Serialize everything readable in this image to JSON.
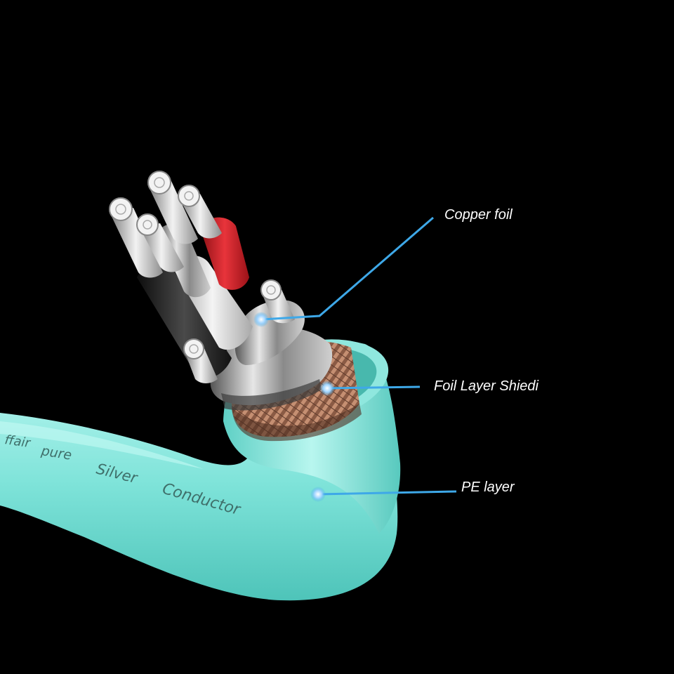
{
  "callouts": [
    {
      "id": "copper-foil",
      "label": "Copper foil"
    },
    {
      "id": "foil-layer-shield",
      "label": "Foil Layer Shiedi"
    },
    {
      "id": "pe-layer",
      "label": "PE layer"
    }
  ],
  "jacket_print": {
    "words": [
      "ffair",
      "pure",
      "Silver",
      "Conductor"
    ]
  },
  "colors": {
    "background": "#000000",
    "jacket": "#7ee3d9",
    "callout_line": "#3ea8e8",
    "callout_dot": "#9fd4ff",
    "conductor_red": "#d8222a",
    "conductor_white": "#e9e9e9",
    "conductor_black": "#1a1a1a",
    "braid": "#b07a5e"
  },
  "icons": [
    "strand-end-icon",
    "callout-dot-icon"
  ]
}
